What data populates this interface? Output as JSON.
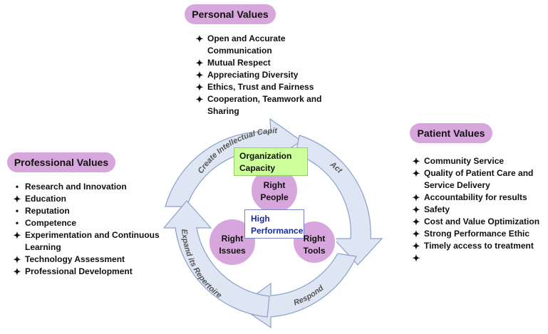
{
  "personal": {
    "title": "Personal Values",
    "items": [
      {
        "marker": "star",
        "text": "Open and Accurate"
      },
      {
        "marker": "none",
        "text": "Communication"
      },
      {
        "marker": "star",
        "text": "Mutual Respect"
      },
      {
        "marker": "star",
        "text": "Appreciating Diversity"
      },
      {
        "marker": "star",
        "text": "Ethics, Trust and Fairness"
      },
      {
        "marker": "star",
        "text": "Cooperation, Teamwork and"
      },
      {
        "marker": "none",
        "text": "Sharing"
      }
    ]
  },
  "professional": {
    "title": "Professional Values",
    "items": [
      {
        "marker": "dot",
        "text": "Research and Innovation"
      },
      {
        "marker": "star",
        "text": "Education"
      },
      {
        "marker": "dot",
        "text": "Reputation"
      },
      {
        "marker": "dot",
        "text": "Competence"
      },
      {
        "marker": "star",
        "text": "Experimentation and Continuous"
      },
      {
        "marker": "none",
        "text": "Learning"
      },
      {
        "marker": "star",
        "text": "Technology Assessment"
      },
      {
        "marker": "star",
        "text": "Professional Development"
      }
    ]
  },
  "patient": {
    "title": "Patient Values",
    "items": [
      {
        "marker": "star",
        "text": "Community Service"
      },
      {
        "marker": "star",
        "text": "Quality of Patient Care and"
      },
      {
        "marker": "none",
        "text": "Service Delivery"
      },
      {
        "marker": "star",
        "text": "Accountability for results"
      },
      {
        "marker": "star",
        "text": "Safety"
      },
      {
        "marker": "star",
        "text": "Cost and Value Optimization"
      },
      {
        "marker": "star",
        "text": "Strong Performance Ethic"
      },
      {
        "marker": "star",
        "text": "Timely  access to treatment"
      },
      {
        "marker": "star",
        "text": ""
      }
    ]
  },
  "cycle": {
    "top_label": "Create Intellectual Capital",
    "right_label": "Act",
    "bottom_label": "Respond",
    "left_label": "Expand its Repertoire"
  },
  "center": {
    "org_line1": "Organization",
    "org_line2": "Capacity",
    "hp_line1": "High",
    "hp_line2": "Performance",
    "people_line1": "Right",
    "people_line2": "People",
    "issues_line1": "Right",
    "issues_line2": "Issues",
    "tools_line1": "Right",
    "tools_line2": "Tools"
  },
  "colors": {
    "pill": "#d7a6dc",
    "arrow_fill": "#dfe6f3",
    "arrow_stroke": "#8aa0c8",
    "org_box": "#ccff99",
    "hp_border": "#7a84c8"
  },
  "markers": {
    "star": "✦",
    "dot": "•",
    "none": ""
  }
}
